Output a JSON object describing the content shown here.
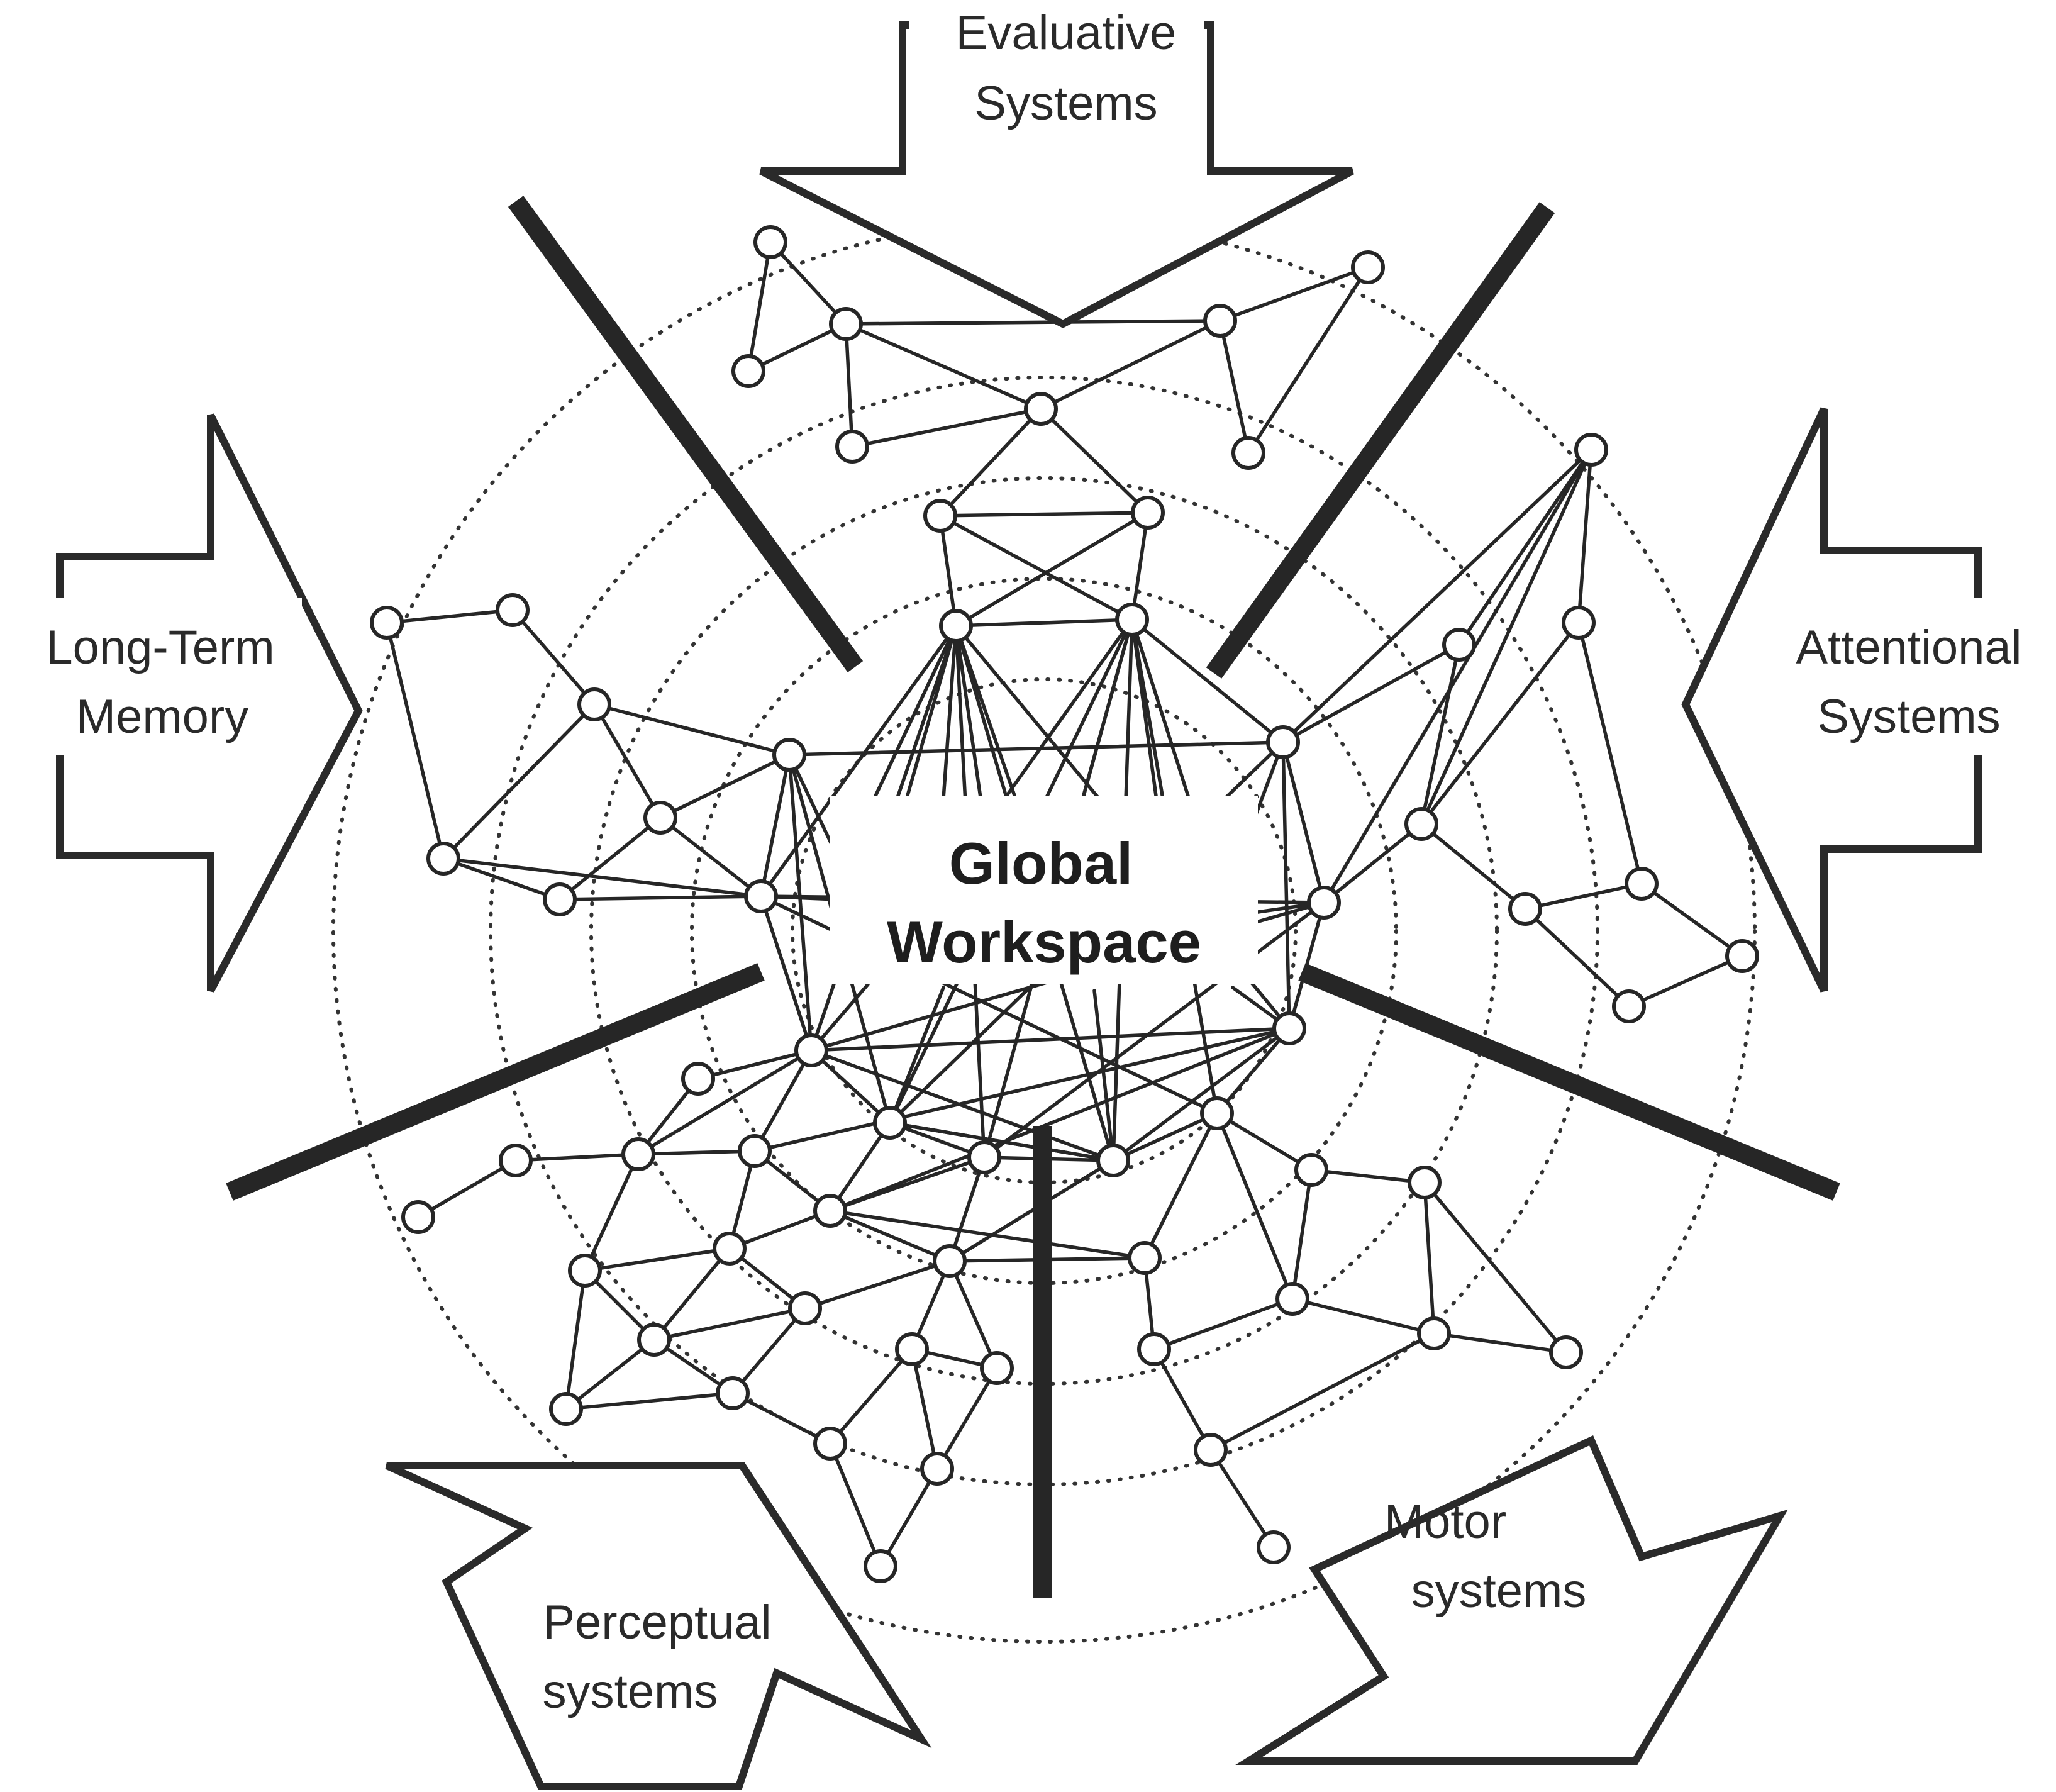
{
  "diagram": {
    "center_label": {
      "line1": "Global",
      "line2": "Workspace"
    },
    "inputs": [
      {
        "id": "evaluative",
        "line1": "Evaluative",
        "line2": "Systems"
      },
      {
        "id": "long-term-memory",
        "line1": "Long-Term",
        "line2": "Memory"
      },
      {
        "id": "attentional",
        "line1": "Attentional",
        "line2": "Systems"
      },
      {
        "id": "perceptual",
        "line1": "Perceptual",
        "line2": "systems"
      },
      {
        "id": "motor",
        "line1": "Motor",
        "line2": "systems"
      }
    ],
    "colors": {
      "ink": "#262626",
      "background": "#ffffff"
    }
  }
}
